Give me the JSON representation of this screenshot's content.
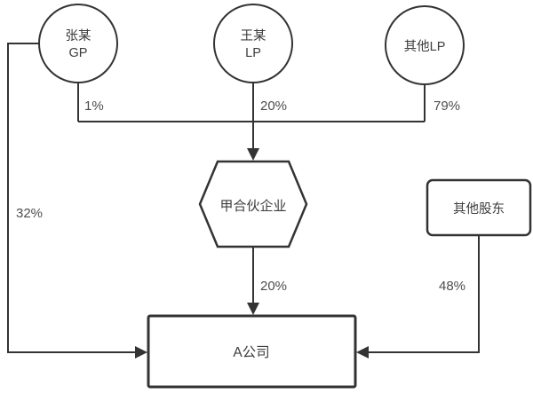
{
  "diagram": {
    "title": "equity-structure-diagram",
    "background_color": "#ffffff",
    "stroke_color": "#333333",
    "node_text_color": "#3d3d3d",
    "label_text_color": "#4d4d4d",
    "nodes": {
      "zhang": {
        "shape": "circle",
        "line1": "张某",
        "line2": "GP"
      },
      "wang": {
        "shape": "circle",
        "line1": "王某",
        "line2": "LP"
      },
      "other_lp": {
        "shape": "circle",
        "label": "其他LP"
      },
      "partnership": {
        "shape": "hexagon",
        "label": "甲合伙企业"
      },
      "other_shareholders": {
        "shape": "rounded-rect",
        "label": "其他股东"
      },
      "company_a": {
        "shape": "rect",
        "label": "A公司"
      }
    },
    "edges": {
      "zhang_to_partnership": {
        "label": "1%"
      },
      "wang_to_partnership": {
        "label": "20%"
      },
      "other_lp_to_partnership": {
        "label": "79%"
      },
      "partnership_to_company_a": {
        "label": "20%"
      },
      "zhang_to_company_a": {
        "label": "32%"
      },
      "other_shareholders_to_company_a": {
        "label": "48%"
      }
    }
  }
}
